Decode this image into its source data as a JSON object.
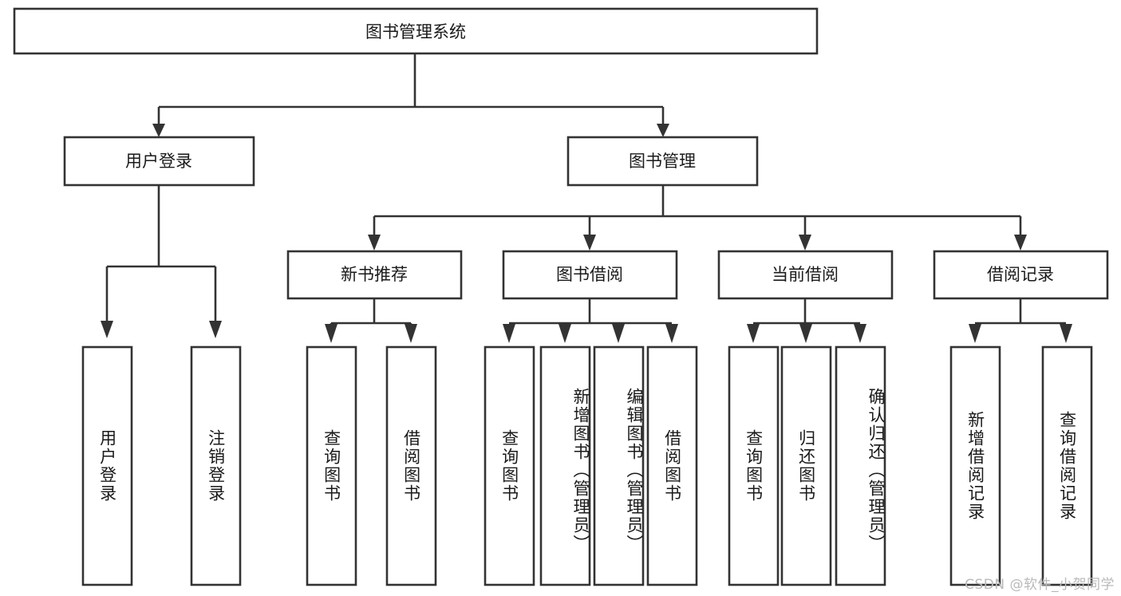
{
  "diagram": {
    "title": "图书管理系统",
    "type": "hierarchy-tree",
    "orientation": "top-down",
    "colors": {
      "box_fill": "#ffffff",
      "box_stroke": "#333333",
      "connector": "#333333",
      "text": "#1a1a1a",
      "watermark": "#b9b9b9",
      "background": "#ffffff"
    },
    "levels": [
      {
        "level": 1,
        "nodes": [
          {
            "id": "root",
            "label": "图书管理系统",
            "orientation": "horizontal"
          }
        ]
      },
      {
        "level": 2,
        "nodes": [
          {
            "id": "login",
            "label": "用户登录",
            "orientation": "horizontal",
            "parent": "root"
          },
          {
            "id": "bookmgmt",
            "label": "图书管理",
            "orientation": "horizontal",
            "parent": "root"
          }
        ]
      },
      {
        "level": 3,
        "nodes": [
          {
            "id": "newbook",
            "label": "新书推荐",
            "orientation": "horizontal",
            "parent": "bookmgmt"
          },
          {
            "id": "borrow",
            "label": "图书借阅",
            "orientation": "horizontal",
            "parent": "bookmgmt"
          },
          {
            "id": "current",
            "label": "当前借阅",
            "orientation": "horizontal",
            "parent": "bookmgmt"
          },
          {
            "id": "record",
            "label": "借阅记录",
            "orientation": "horizontal",
            "parent": "bookmgmt"
          }
        ]
      },
      {
        "level": 4,
        "nodes": [
          {
            "id": "leaf-1",
            "label": "用户登录",
            "orientation": "vertical",
            "parent": "login"
          },
          {
            "id": "leaf-2",
            "label": "注销登录",
            "orientation": "vertical",
            "parent": "login"
          },
          {
            "id": "leaf-3",
            "label": "查询图书",
            "orientation": "vertical",
            "parent": "newbook"
          },
          {
            "id": "leaf-4",
            "label": "借阅图书",
            "orientation": "vertical",
            "parent": "newbook"
          },
          {
            "id": "leaf-5",
            "label": "查询图书",
            "orientation": "vertical",
            "parent": "borrow"
          },
          {
            "id": "leaf-6",
            "label": "新增图书（管理员）",
            "orientation": "vertical",
            "parent": "borrow"
          },
          {
            "id": "leaf-7",
            "label": "编辑图书（管理员）",
            "orientation": "vertical",
            "parent": "borrow"
          },
          {
            "id": "leaf-8",
            "label": "借阅图书",
            "orientation": "vertical",
            "parent": "borrow"
          },
          {
            "id": "leaf-9",
            "label": "查询图书",
            "orientation": "vertical",
            "parent": "current"
          },
          {
            "id": "leaf-10",
            "label": "归还图书",
            "orientation": "vertical",
            "parent": "current"
          },
          {
            "id": "leaf-11",
            "label": "确认归还（管理员）",
            "orientation": "vertical",
            "parent": "current"
          },
          {
            "id": "leaf-12",
            "label": "新增借阅记录",
            "orientation": "vertical",
            "parent": "record"
          },
          {
            "id": "leaf-13",
            "label": "查询借阅记录",
            "orientation": "vertical",
            "parent": "record"
          }
        ]
      }
    ]
  },
  "watermark": {
    "text": "CSDN @软件_小贺同学"
  }
}
